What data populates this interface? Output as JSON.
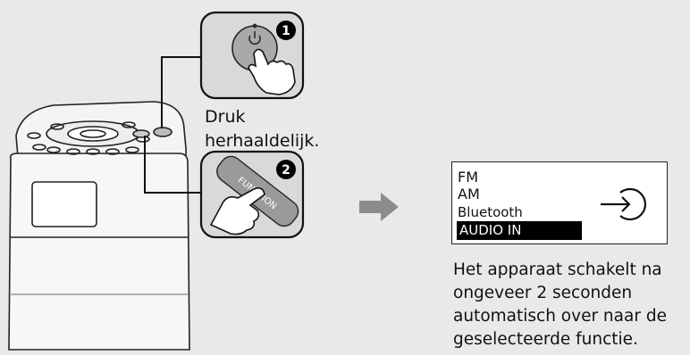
{
  "step_label": [
    "Druk",
    "herhaaldelijk."
  ],
  "markers": [
    "1",
    "2"
  ],
  "function_key_label": "FUNCTION",
  "menu_items": [
    "FM",
    "AM",
    "Bluetooth",
    "AUDIO IN"
  ],
  "selected_menu_item": "AUDIO IN",
  "note_lines": [
    "Het apparaat schakelt na",
    "ongeveer 2 seconden",
    "automatisch over naar de",
    "geselecteerde functie."
  ],
  "colors": {
    "background": "#e9e9e9",
    "outline": "#222222",
    "callout_fill": "#d9d9d9",
    "arrow": "#8c8c8c",
    "selected_row": "#000000"
  },
  "icons": [
    "power-icon",
    "hand-pointing-icon",
    "input-arrow-icon",
    "right-arrow-icon"
  ]
}
